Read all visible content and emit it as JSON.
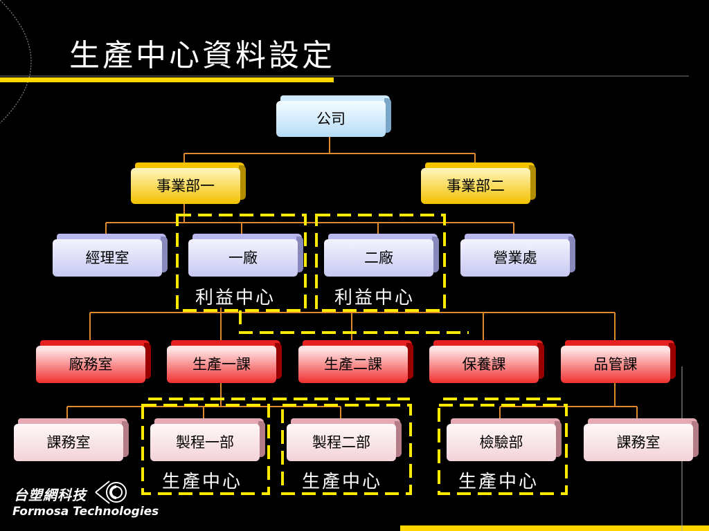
{
  "title": "生產中心資料設定",
  "colors": {
    "accent": "#FFD700",
    "connector": "#E08A2C",
    "dash": "#FFEA00"
  },
  "company": "公司",
  "divisions": [
    "事業部一",
    "事業部二"
  ],
  "level3": [
    "經理室",
    "一廠",
    "二廠",
    "營業處"
  ],
  "profit_centers": [
    "利益中心",
    "利益中心"
  ],
  "sections": [
    "廠務室",
    "生產一課",
    "生產二課",
    "保養課",
    "品管課"
  ],
  "units": [
    "課務室",
    "製程一部",
    "製程二部",
    "檢驗部",
    "課務室"
  ],
  "production_centers": [
    "生產中心",
    "生產中心",
    "生產中心"
  ],
  "brand": {
    "chinese": "台塑網科技",
    "english": "Formosa Technologies"
  }
}
